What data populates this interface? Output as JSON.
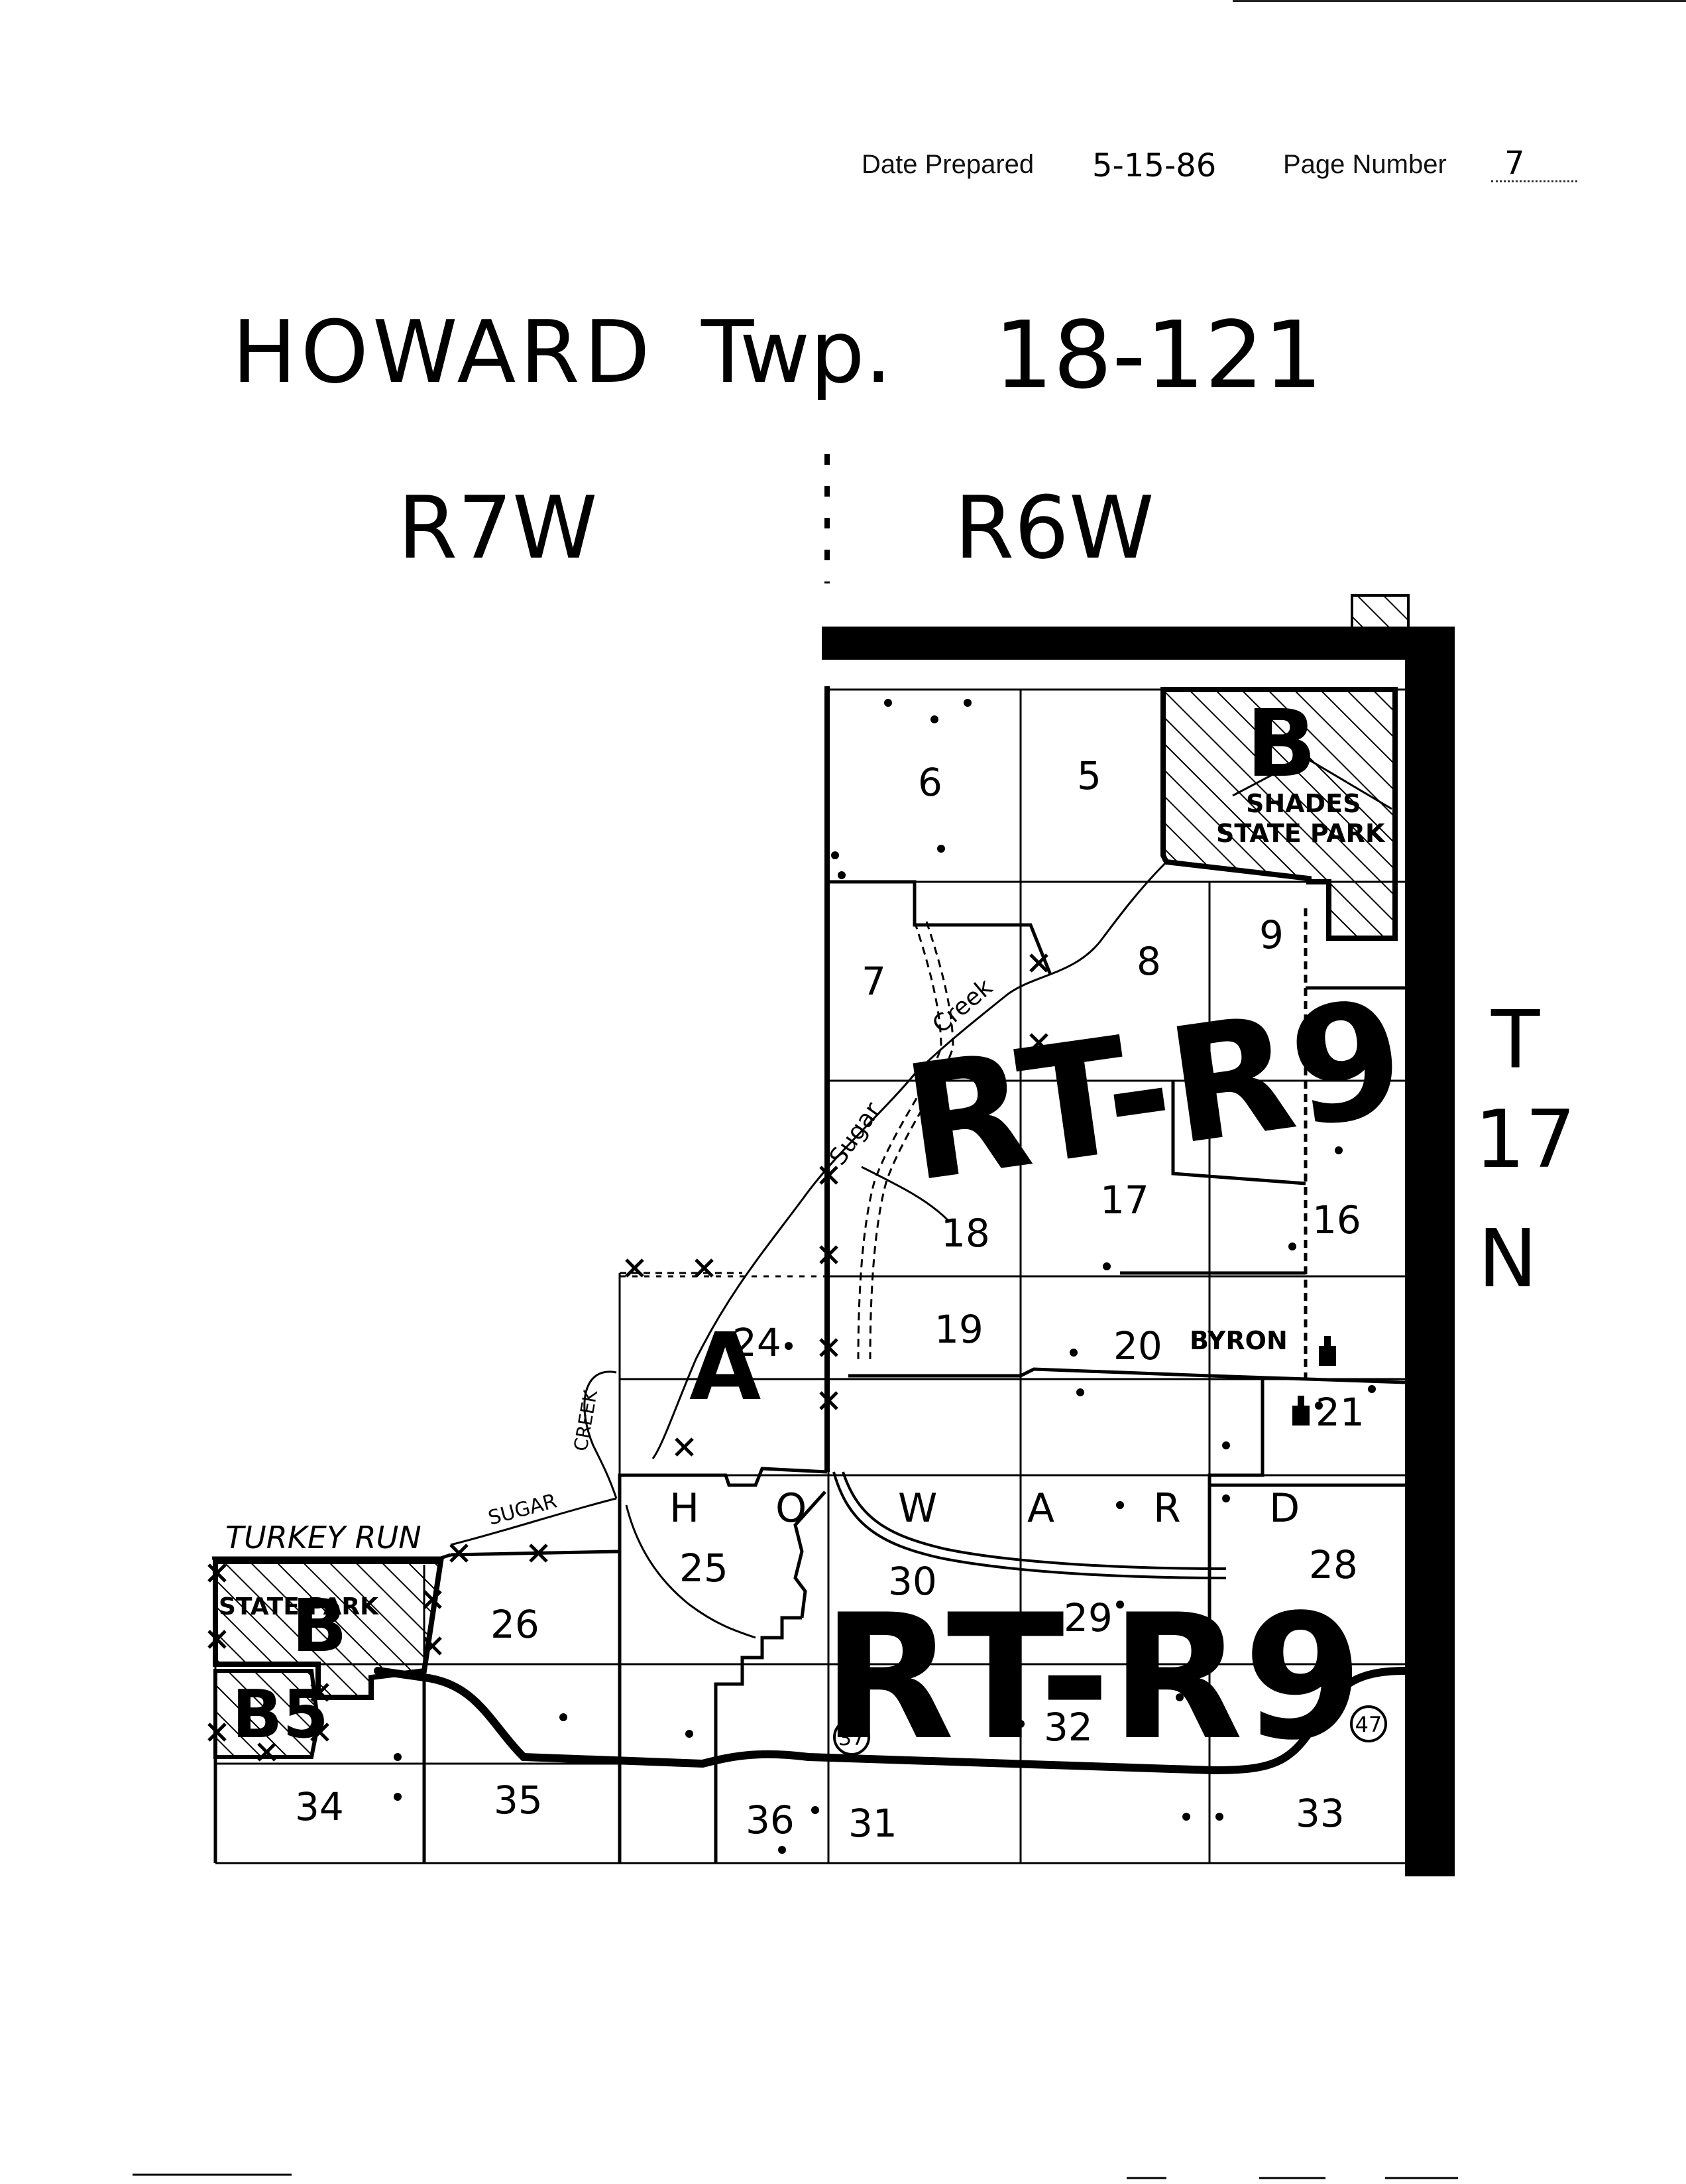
{
  "header": {
    "date_label": "Date Prepared",
    "date_value": "5-15-86",
    "page_label": "Page Number",
    "page_value": "7"
  },
  "title": {
    "township": "HOWARD",
    "twp_abbrev": "Twp.",
    "code": "18-121",
    "range_west": "R7W",
    "range_east": "R6W"
  },
  "township_label": [
    "T",
    "17",
    "N"
  ],
  "sections": {
    "s5": "5",
    "s6": "6",
    "s7": "7",
    "s8": "8",
    "s9": "9",
    "s16": "16",
    "s17": "17",
    "s18": "18",
    "s19": "19",
    "s20": "20",
    "s21": "21",
    "s24": "24",
    "s25": "25",
    "s26": "26",
    "s28": "28",
    "s29": "29",
    "s30": "30",
    "s31": "31",
    "s32": "32",
    "s33": "33",
    "s34": "34",
    "s35": "35",
    "s36": "36"
  },
  "places": {
    "shades_line1": "SHADES",
    "shades_line2": "STATE PARK",
    "turkey_run": "TURKEY RUN",
    "state_park": "STATE PARK",
    "byron": "BYRON",
    "sugar_creek_1": "Sugar",
    "sugar_creek_2": "Creek",
    "sugar_upper": "SUGAR",
    "creek_upper": "CREEK"
  },
  "township_name_letters": [
    "H",
    "O",
    "W",
    "A",
    "R",
    "D"
  ],
  "annotations": {
    "rt_r9": "RT-R9",
    "rt_r9_lower": "RT-R9",
    "a": "A",
    "b_top": "B",
    "b_park": "B",
    "b5": "B5"
  },
  "route_markers": [
    "37",
    "47"
  ]
}
